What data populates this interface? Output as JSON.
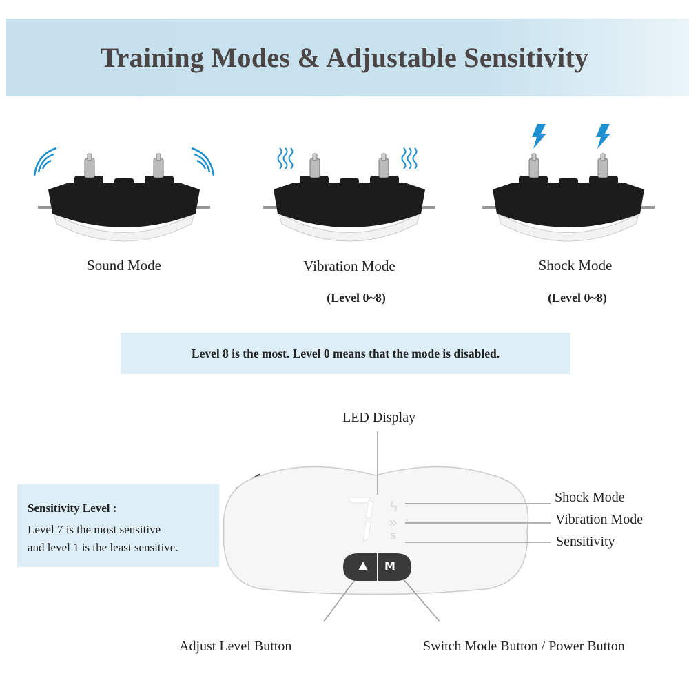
{
  "title": "Training Modes & Adjustable Sensitivity",
  "modes": [
    {
      "label": "Sound Mode",
      "sub": "",
      "icon": "sound-wave-icon"
    },
    {
      "label": "Vibration Mode",
      "sub": "(Level 0~8)",
      "icon": "vibration-icon"
    },
    {
      "label": "Shock Mode",
      "sub": "(Level 0~8)",
      "icon": "lightning-bolt-icon"
    }
  ],
  "note": "Level 8 is the most. Level 0 means that the mode is disabled.",
  "sensitivity": {
    "heading": "Sensitivity Level :",
    "line1": "Level 7 is the most sensitive",
    "line2": "and level 1 is the least sensitive."
  },
  "device": {
    "display_digit": "7",
    "indicator_s": "S",
    "button_m": "M"
  },
  "callouts": {
    "led_display": "LED Display",
    "shock_mode": "Shock Mode",
    "vibration_mode": "Vibration Mode",
    "sensitivity": "Sensitivity",
    "adjust_level": "Adjust Level Button",
    "switch_mode": "Switch Mode Button / Power Button"
  },
  "colors": {
    "banner": "#c6e0ed",
    "note_box": "#ddeef7",
    "title": "#4b4546",
    "accent_icon": "#1e8fd0"
  }
}
